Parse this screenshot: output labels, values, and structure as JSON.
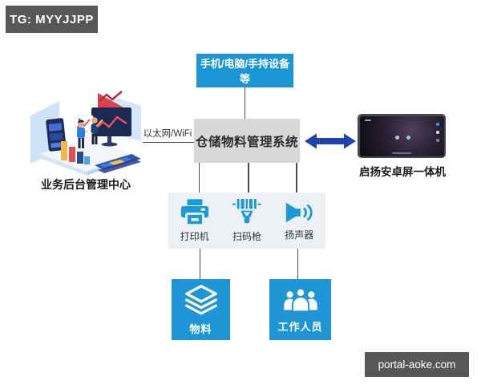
{
  "badge": {
    "text": "TG: MYYJJPP"
  },
  "watermark": {
    "text": "portal-aoke.com"
  },
  "diagram": {
    "top_node": "手机/电脑/手持设备等",
    "center_node": "仓储物料管理系统",
    "left_node": "业务后台管理中心",
    "link_label": "以太网/WiFi",
    "right_node": "启扬安卓屏一体机",
    "peripherals": [
      {
        "icon": "printer-icon",
        "label": "打印机"
      },
      {
        "icon": "barcode-scanner-icon",
        "label": "扫码枪"
      },
      {
        "icon": "speaker-icon",
        "label": "扬声器"
      }
    ],
    "bottom_nodes": [
      {
        "icon": "layers-icon",
        "label": "物料"
      },
      {
        "icon": "people-icon",
        "label": "工作人员"
      }
    ],
    "colors": {
      "accent_blue": "#1b96d4",
      "node_gray": "#d8d8d8",
      "panel_gray": "#edf1f5",
      "arrow_blue": "#2243ab",
      "badge_gray": "#57575a"
    }
  }
}
